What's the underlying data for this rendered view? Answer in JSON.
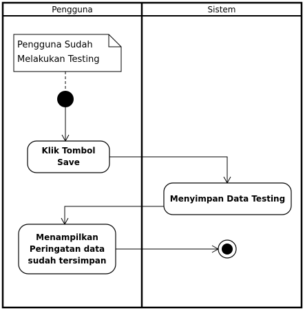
{
  "lanes": [
    {
      "title": "Pengguna"
    },
    {
      "title": "Sistem"
    }
  ],
  "note": {
    "text": "Pengguna Sudah\nMelakukan Testing"
  },
  "actions": [
    {
      "id": "klik",
      "text": "Klik Tombol\nSave"
    },
    {
      "id": "simpan",
      "text": "Menyimpan Data Testing"
    },
    {
      "id": "tampil",
      "text": "Menampilkan\nPeringatan data\nsudah tersimpan"
    }
  ]
}
